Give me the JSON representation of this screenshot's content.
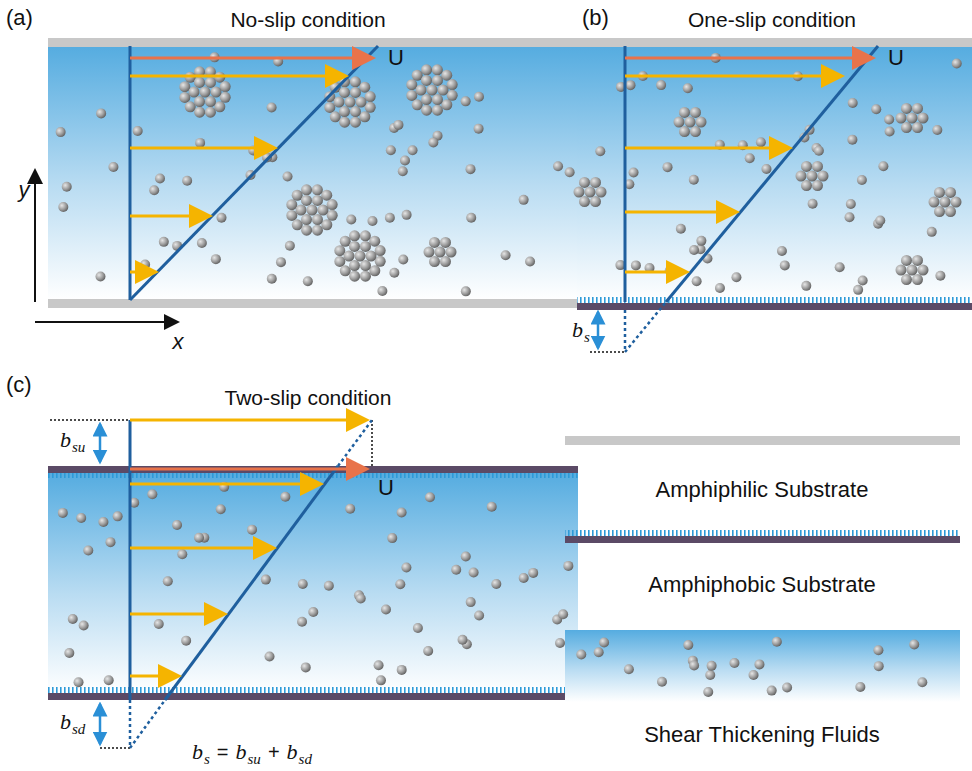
{
  "diagram": {
    "labels": [
      "(a)",
      "No-slip condition",
      "U",
      "y",
      "x",
      "(b)",
      "One-slip condition",
      "U",
      "b",
      "s",
      "(c)",
      "Two-slip condition",
      "b",
      "su",
      "U",
      "b",
      "sd",
      "b",
      "s",
      "=",
      "b",
      "su",
      "+",
      "b",
      "sd"
    ],
    "legend": [
      {
        "text": "Amphiphilic Substrate",
        "color": "#c8c8c8"
      },
      {
        "text": "Amphiphobic Substrate"
      },
      {
        "text": "Shear Thickening Fluids"
      }
    ]
  }
}
